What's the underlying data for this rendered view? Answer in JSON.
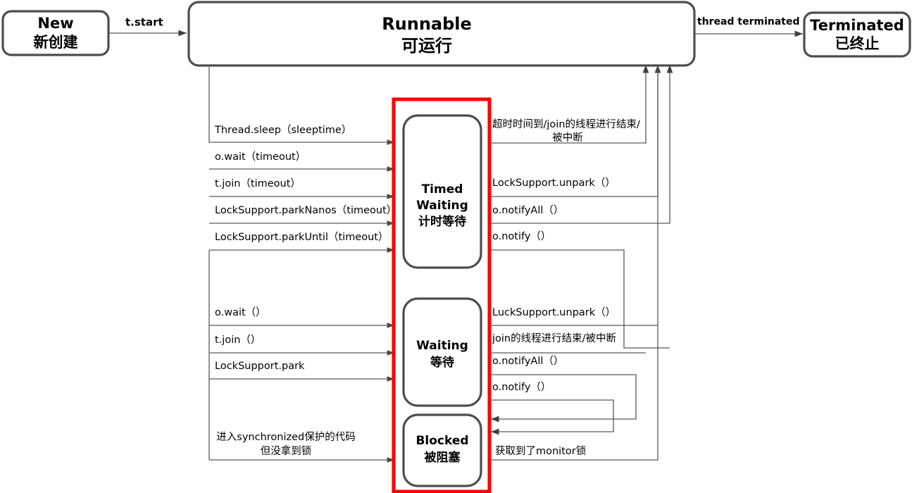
{
  "diagram": {
    "title": "Java Thread State Transition Diagram",
    "colors": {
      "box_stroke": "#4d4d4d",
      "edge_stroke": "#595959",
      "highlight": "#ff0000",
      "background": "#ffffff",
      "text": "#000000"
    }
  },
  "states": {
    "new": {
      "name_en": "New",
      "name_zh": "新创建"
    },
    "runnable": {
      "name_en": "Runnable",
      "name_zh": "可运行"
    },
    "terminated": {
      "name_en": "Terminated",
      "name_zh": "已终止"
    },
    "timed_waiting": {
      "name_en_line1": "Timed",
      "name_en_line2": "Waiting",
      "name_zh": "计时等待"
    },
    "waiting": {
      "name_en": "Waiting",
      "name_zh": "等待"
    },
    "blocked": {
      "name_en": "Blocked",
      "name_zh": "被阻塞"
    }
  },
  "top_transitions": {
    "start": "t.start",
    "terminated": "thread terminated"
  },
  "enter_timed_waiting": [
    "Thread.sleep（sleeptime）",
    "o.wait（timeout）",
    "t.join（timeout）",
    "LockSupport.parkNanos（timeout）",
    "LockSupport.parkUntil（timeout）"
  ],
  "enter_waiting": [
    "o.wait（）",
    "t.join（）",
    "LockSupport.park"
  ],
  "enter_blocked": {
    "line1": "进入synchronized保护的代码",
    "line2": "但没拿到锁"
  },
  "exit_timed_waiting": [
    {
      "line1": "超时时间到/join的线程进行结束/",
      "line2": "被中断"
    },
    {
      "line1": "LockSupport.unpark（）"
    },
    {
      "line1": "o.notifyAll（）"
    },
    {
      "line1": "o.notify（）"
    }
  ],
  "exit_waiting": [
    {
      "line1": "LuckSupport.unpark（）"
    },
    {
      "line1": "join的线程进行结束/被中断"
    },
    {
      "line1": "o.notifyAll（）"
    },
    {
      "line1": "o.notify（）"
    }
  ],
  "exit_blocked": [
    {
      "line1": "获取到了monitor锁"
    }
  ]
}
